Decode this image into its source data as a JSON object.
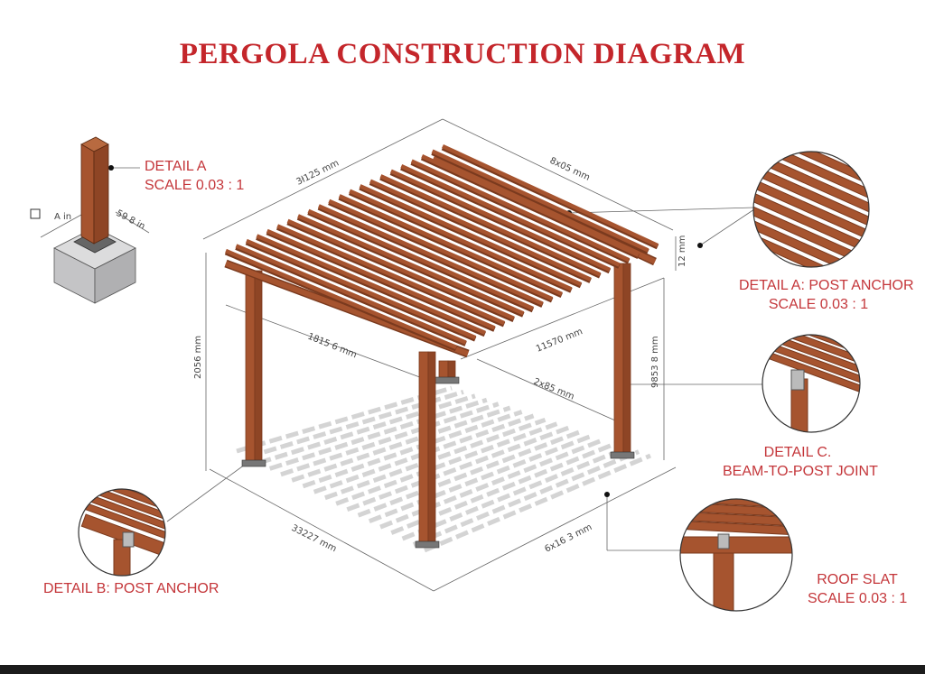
{
  "title": "PERGOLA CONSTRUCTION DIAGRAM",
  "colors": {
    "title": "#c4262b",
    "label": "#c4363a",
    "wood": "#a6542f",
    "wood_dark": "#7a3a1e",
    "concrete": "#c9c9cb",
    "shadow": "#d4d4d4"
  },
  "details": {
    "top_left": {
      "line1": "DETAIL  A",
      "line2": "SCALE 0.03 : 1",
      "dim_a": "A in",
      "dim_b": "59 8 in"
    },
    "right_top": {
      "line1": "DETAIL A: POST ANCHOR",
      "line2": "SCALE 0.03 : 1"
    },
    "right_mid": {
      "line1": "DETAIL C.",
      "line2": "BEAM-TO-POST JOINT"
    },
    "right_bottom": {
      "line1": "ROOF SLAT",
      "line2": "SCALE 0.03 : 1"
    },
    "left_bottom": {
      "line1": "DETAIL B: POST ANCHOR"
    }
  },
  "dimensions": {
    "top_left_edge": "3ł125 mm",
    "top_right_edge": "8x05 mm",
    "slat_height": "12 mm",
    "left_height": "2056 mm",
    "front_left_beam": "1815 6 mm",
    "front_right_beam": "11570 mm",
    "inner_span": "2x85 mm",
    "right_height": "9853 8 mm",
    "base_left": "33227 mm",
    "base_right": "6x16 3 mm"
  }
}
